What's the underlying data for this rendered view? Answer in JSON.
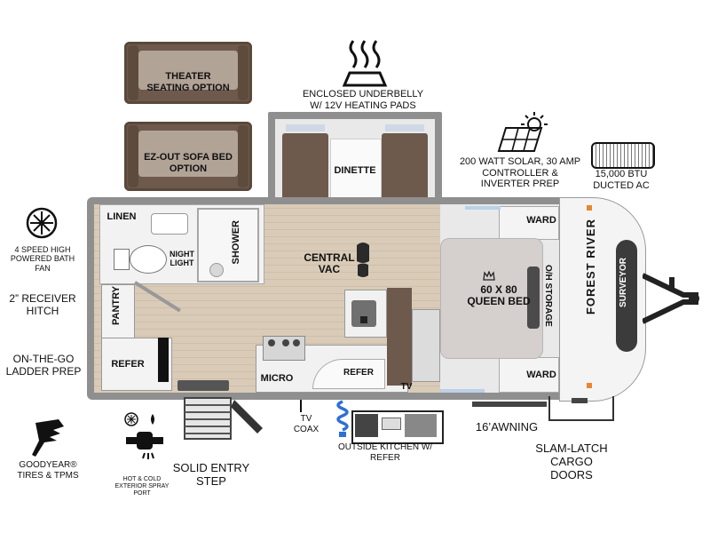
{
  "brand": {
    "make": "FOREST RIVER",
    "model": "SURVEYOR"
  },
  "options": {
    "theater": "THEATER SEATING OPTION",
    "sofa": "EZ-OUT SOFA BED OPTION"
  },
  "interior": {
    "linen": "LINEN",
    "night_light": "NIGHT LIGHT",
    "shower": "SHOWER",
    "dinette": "DINETTE",
    "central_vac": "CENTRAL VAC",
    "queen_bed": "60 X 80 QUEEN BED",
    "oh_storage": "O/H STORAGE",
    "ward_top": "WARD",
    "ward_bottom": "WARD",
    "pantry": "PANTRY",
    "refer": "REFER",
    "micro": "MICRO",
    "refer_center": "REFER",
    "tv": "TV"
  },
  "features": {
    "underbelly": "ENCLOSED UNDERBELLY W/ 12V HEATING PADS",
    "solar": "200 WATT SOLAR, 30 AMP CONTROLLER & INVERTER PREP",
    "ac": "15,000 BTU DUCTED AC",
    "bath_fan": "4 SPEED HIGH POWERED BATH FAN",
    "receiver": "2” RECEIVER HITCH",
    "ladder": "ON-THE-GO LADDER PREP",
    "goodyear": "GOODYEAR® TIRES & TPMS",
    "spray_port": "HOT & COLD EXTERIOR SPRAY PORT",
    "entry_step": "SOLID ENTRY STEP",
    "tv_coax": "TV COAX",
    "outside_kitchen": "OUTSIDE KITCHEN W/ REFER",
    "awning": "16’AWNING",
    "cargo_doors": "SLAM-LATCH CARGO DOORS"
  },
  "icons": [
    "heat-icon",
    "solar-panel-icon",
    "sun-icon",
    "ac-unit-icon",
    "fan-icon",
    "boot-print-icon",
    "crown-icon",
    "tire-wing-icon",
    "spray-port-icon",
    "coax-icon",
    "hose-icon",
    "entry-step-icon"
  ],
  "colors": {
    "wood_floor": "#d9cbb7",
    "upholstery": "#6e5a4c",
    "walls": "#8f8f8f",
    "hose_blue": "#2f6fd6"
  }
}
